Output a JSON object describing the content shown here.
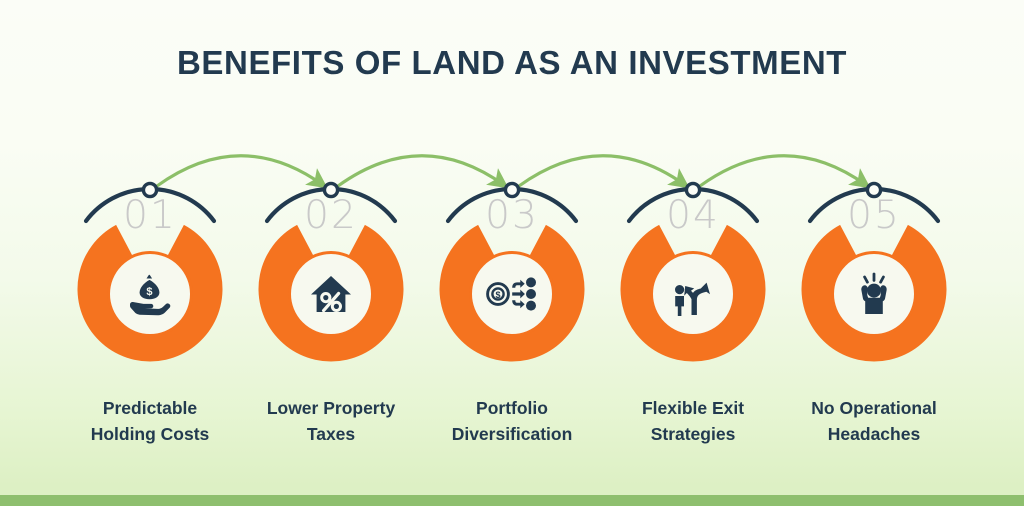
{
  "title": "BENEFITS OF LAND AS AN INVESTMENT",
  "colors": {
    "orange": "#f5731f",
    "navy": "#223a4f",
    "green_arrow": "#8cbf68",
    "number_gray": "#c9c9c9",
    "bg_top": "#fbfdf7",
    "bg_bottom": "#ddf0c4",
    "bottom_bar": "#8ebf6e",
    "inner_disc": "#f7f9ef"
  },
  "steps": [
    {
      "number": "01",
      "icon": "money-bag-in-hand-icon",
      "label_line1": "Predictable",
      "label_line2": "Holding Costs"
    },
    {
      "number": "02",
      "icon": "house-percent-icon",
      "label_line1": "Lower Property",
      "label_line2": "Taxes"
    },
    {
      "number": "03",
      "icon": "coin-distribution-icon",
      "label_line1": "Portfolio",
      "label_line2": "Diversification"
    },
    {
      "number": "04",
      "icon": "person-forked-path-icon",
      "label_line1": "Flexible Exit",
      "label_line2": "Strategies"
    },
    {
      "number": "05",
      "icon": "stressed-person-icon",
      "label_line1": "No Operational",
      "label_line2": "Headaches"
    }
  ],
  "connectors": [
    {
      "from": "01",
      "to": "02"
    },
    {
      "from": "02",
      "to": "03"
    },
    {
      "from": "03",
      "to": "04"
    },
    {
      "from": "04",
      "to": "05"
    }
  ]
}
